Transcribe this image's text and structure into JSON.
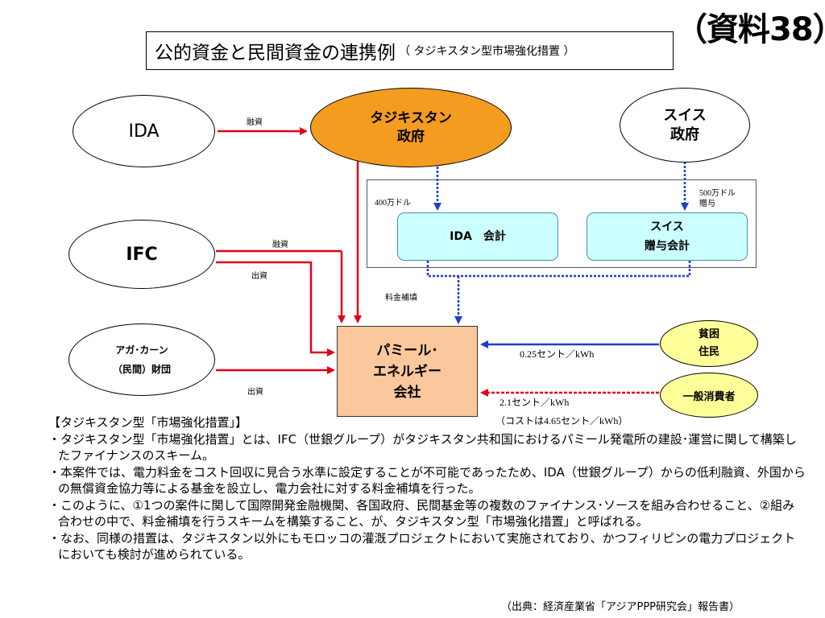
{
  "doc_label": "（資料38）",
  "title": {
    "main": "公的資金と民間資金の連携例",
    "sub": "（ タジキスタン型市場強化措置 ）"
  },
  "nodes": {
    "ida": "IDA",
    "ifc": "IFC",
    "agha": [
      "アガ･カーン",
      "（民間）財団"
    ],
    "tajik_gov": [
      "タジキスタン",
      "政府"
    ],
    "swiss_gov": [
      "スイス",
      "政府"
    ],
    "ida_account": "IDA　会計",
    "swiss_account": [
      "スイス",
      "贈与会計"
    ],
    "pamir": [
      "パミール･",
      "エネルギー",
      "会社"
    ],
    "poor": [
      "貧困",
      "住民"
    ],
    "general": "一般消費者"
  },
  "edge_labels": {
    "ida_loan": "融資",
    "ifc_loan": "融資",
    "ifc_invest": "出資",
    "agha_invest": "出資",
    "tajik_400": "400万ドル",
    "swiss_500": [
      "500万ドル",
      "贈与"
    ],
    "tariff_subsidy": "料金補填",
    "poor_rate": "0.25セント／kWh",
    "general_rate": "2.1セント／kWh",
    "cost_note": "（コストは4.65セント／kWh）"
  },
  "notes": {
    "heading": "【タジキスタン型「市場強化措置」】",
    "paragraphs": [
      "・タジキスタン型「市場強化措置」とは、IFC（世銀グループ）がタジキスタン共和国におけるパミール発電所の建設･運営に関して構築したファイナンスのスキーム。",
      "・本案件では、電力料金をコスト回収に見合う水準に設定することが不可能であったため、IDA（世銀グループ）からの低利融資、外国からの無償資金協力等による基金を設立し、電力会社に対する料金補填を行った。",
      "・このように、①1つの案件に関して国際開発金融機関、各国政府、民間基金等の複数のファイナンス･ソースを組み合わせること、②組み合わせの中で、料金補填を行うスキームを構築すること、が、タジキスタン型「市場強化措置」と呼ばれる。",
      "・なお、同様の措置は、タジキスタン以外にもモロッコの灌漑プロジェクトにおいて実施されており、かつフィリピンの電力プロジェクトにおいても検討が進められている。"
    ]
  },
  "source": "（出典：経済産業省「アジアPPP研究会」報告書）",
  "colors": {
    "tajik_fill": "#f39c1f",
    "account_fill": "#ccffff",
    "pamir_fill": "#fbc89e",
    "consumer_fill": "#ffff99",
    "red_arrow": "#e0001b",
    "blue_arrow": "#1f3fc7"
  }
}
